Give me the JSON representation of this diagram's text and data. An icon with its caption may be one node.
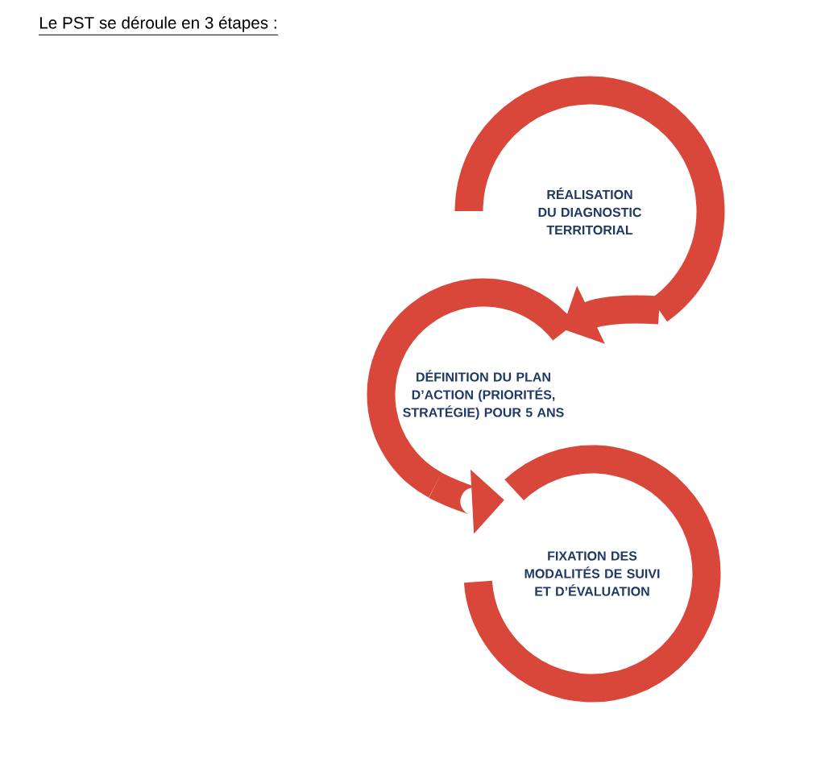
{
  "diagram": {
    "title": "Le PST se déroule en 3 étapes :",
    "nodes": [
      {
        "text": [
          "RÉALISATION DU DIAGNOSTIC TERRITORIAL"
        ]
      },
      {
        "text": [
          "DÉFINITION DU PLAN D’ACTION (PRIORITÉS, STRATÉGIE) POUR 5 ANS"
        ]
      },
      {
        "text": [
          "FIXATION DES MODALITÉS DE SUIVI ET D’ÉVALUATION"
        ]
      }
    ],
    "edges": [
      {
        "from": 0,
        "to": 1,
        "arrow": "to"
      },
      {
        "from": 1,
        "to": 2,
        "arrow": "to"
      }
    ]
  }
}
